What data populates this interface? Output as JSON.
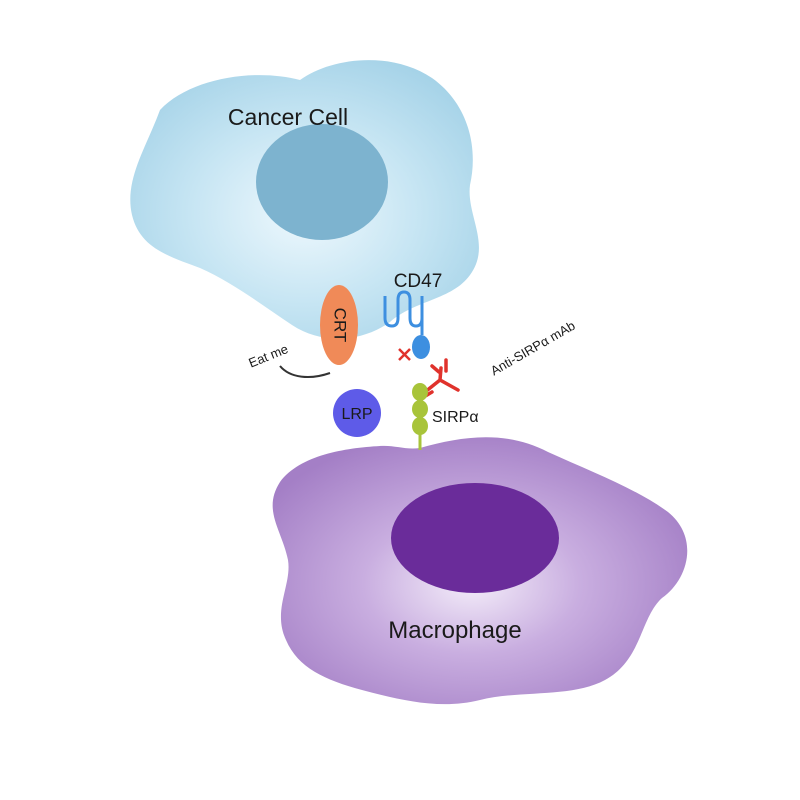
{
  "labels": {
    "cancer_cell": "Cancer Cell",
    "macrophage": "Macrophage",
    "cd47": "CD47",
    "crt": "CRT",
    "eat_me": "Eat me",
    "lrp": "LRP",
    "sirpa": "SIRPα",
    "antibody": "Anti-SIRPα mAb"
  },
  "colors": {
    "cancer_cell_body": "#a9d6ea",
    "cancer_cell_nucleus": "#7db3cf",
    "macrophage_body": "#a883c9",
    "macrophage_nucleus": "#6a2c9a",
    "crt": "#f08a58",
    "cd47": "#3d8fe0",
    "lrp": "#5e5be8",
    "sirpa": "#a8c43a",
    "antibody": "#e0322c",
    "block_mark": "#e0322c"
  },
  "icons": {
    "block_mark": "cross-icon"
  }
}
